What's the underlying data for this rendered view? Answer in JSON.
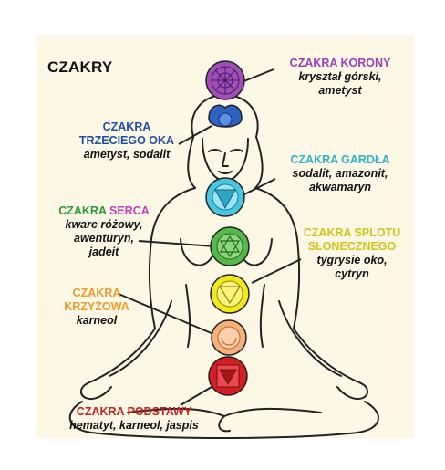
{
  "title": "CZAKRY",
  "chakras": [
    {
      "id": "crown",
      "name_lines": [
        "CZAKRA KORONY"
      ],
      "stones_lines": [
        "kryształ górski,",
        "ametyst"
      ],
      "color": "#9b3fb5"
    },
    {
      "id": "third-eye",
      "name_lines": [
        "CZAKRA",
        "TRZECIEGO OKA"
      ],
      "stones_lines": [
        "ametyst, sodalit"
      ],
      "color": "#1f4fa8"
    },
    {
      "id": "throat",
      "name_lines": [
        "CZAKRA GARDŁA"
      ],
      "stones_lines": [
        "sodalit, amazonit,",
        "akwamaryn"
      ],
      "color": "#2fb2c8"
    },
    {
      "id": "heart",
      "name_prefix": "CZAKRA ",
      "name_highlight": "SERCA",
      "stones_lines": [
        "kwarc różowy,",
        "awenturyn,",
        "jadeit"
      ],
      "color": "#2f9a3e",
      "highlight_color": "#c23fb8"
    },
    {
      "id": "solar-plexus",
      "name_lines": [
        "CZAKRA SPLOTU",
        "SŁONECZNEGO"
      ],
      "stones_lines": [
        "tygrysie oko,",
        "cytryn"
      ],
      "color": "#d4c21a"
    },
    {
      "id": "sacral",
      "name_lines": [
        "CZAKRA",
        "KRZYŻOWA"
      ],
      "stones_lines": [
        "karneol"
      ],
      "color": "#ee9a2c"
    },
    {
      "id": "root",
      "name_lines": [
        "CZAKRA PODSTAWY"
      ],
      "stones_lines": [
        "hematyt, karneol, jaspis"
      ],
      "color": "#c81f1f"
    }
  ],
  "colors": {
    "outline": "#222222",
    "panel": "#fdf8e6",
    "crown_fill": "#a04fb8",
    "third_eye_fill": "#2c62c4",
    "throat_fill": "#49c6e0",
    "heart_fill": "#54b948",
    "solar_fill": "#f3e81c",
    "sacral_fill": "#f7b07a",
    "root_fill": "#d21f26"
  }
}
